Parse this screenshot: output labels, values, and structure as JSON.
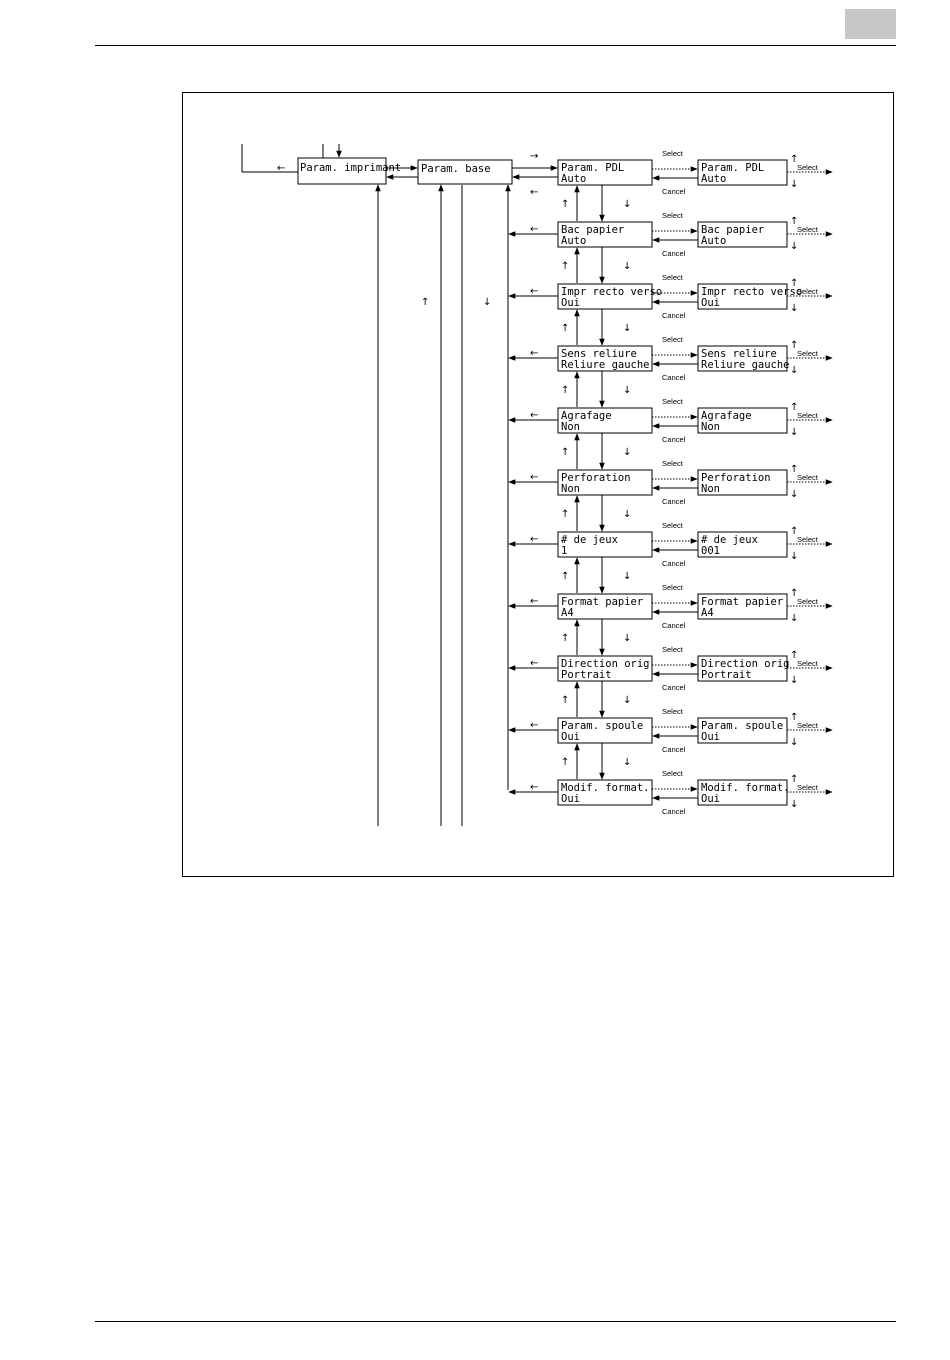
{
  "header": {
    "page_tab_color": "#c6c6c6"
  },
  "labels": {
    "select": "Select",
    "cancel": "Cancel"
  },
  "glyphs": {
    "up": "↑",
    "down": "↓",
    "left": "←",
    "right": "→"
  },
  "root": {
    "label": "Param. imprimant"
  },
  "base": {
    "label": "Param. base"
  },
  "menu_items": [
    {
      "name": "Param. PDL",
      "value": "Auto",
      "edit_name": "Param. PDL",
      "edit_value": "Auto"
    },
    {
      "name": "Bac papier",
      "value": "Auto",
      "edit_name": "Bac papier",
      "edit_value": "Auto"
    },
    {
      "name": "Impr recto verso",
      "value": "Oui",
      "edit_name": "Impr recto verso",
      "edit_value": "Oui"
    },
    {
      "name": "Sens reliure",
      "value": "Reliure gauche",
      "edit_name": "Sens reliure",
      "edit_value": "Reliure gauche"
    },
    {
      "name": "Agrafage",
      "value": "Non",
      "edit_name": "Agrafage",
      "edit_value": "Non"
    },
    {
      "name": "Perforation",
      "value": "Non",
      "edit_name": "Perforation",
      "edit_value": "Non"
    },
    {
      "name": "# de jeux",
      "value": "  1",
      "edit_name": "# de jeux",
      "edit_value": "001"
    },
    {
      "name": "Format papier",
      "value": "A4",
      "edit_name": "Format papier",
      "edit_value": "A4"
    },
    {
      "name": "Direction orig",
      "value": "Portrait",
      "edit_name": "Direction orig",
      "edit_value": "Portrait"
    },
    {
      "name": "Param. spoule",
      "value": "Oui",
      "edit_name": "Param. spoule",
      "edit_value": "Oui"
    },
    {
      "name": "Modif. format.",
      "value": "Oui",
      "edit_name": "Modif. format.",
      "edit_value": "Oui"
    }
  ]
}
